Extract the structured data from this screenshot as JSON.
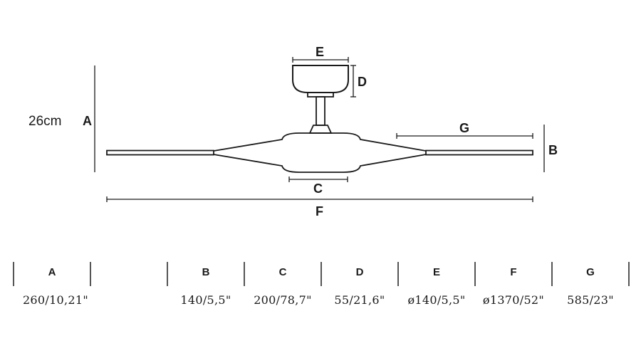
{
  "diagram": {
    "side_label": "26cm",
    "dimension_letters": {
      "A": "A",
      "B": "B",
      "C": "C",
      "D": "D",
      "E": "E",
      "F": "F",
      "G": "G"
    }
  },
  "table": {
    "headers": [
      "A",
      "B",
      "C",
      "D",
      "E",
      "F",
      "G"
    ],
    "values": [
      "260/10,21\"",
      "140/5,5\"",
      "200/78,7\"",
      "55/21,6\"",
      "ø140/5,5\"",
      "ø1370/52\"",
      "585/23\""
    ]
  },
  "colors": {
    "line": "#1a1a1a"
  }
}
